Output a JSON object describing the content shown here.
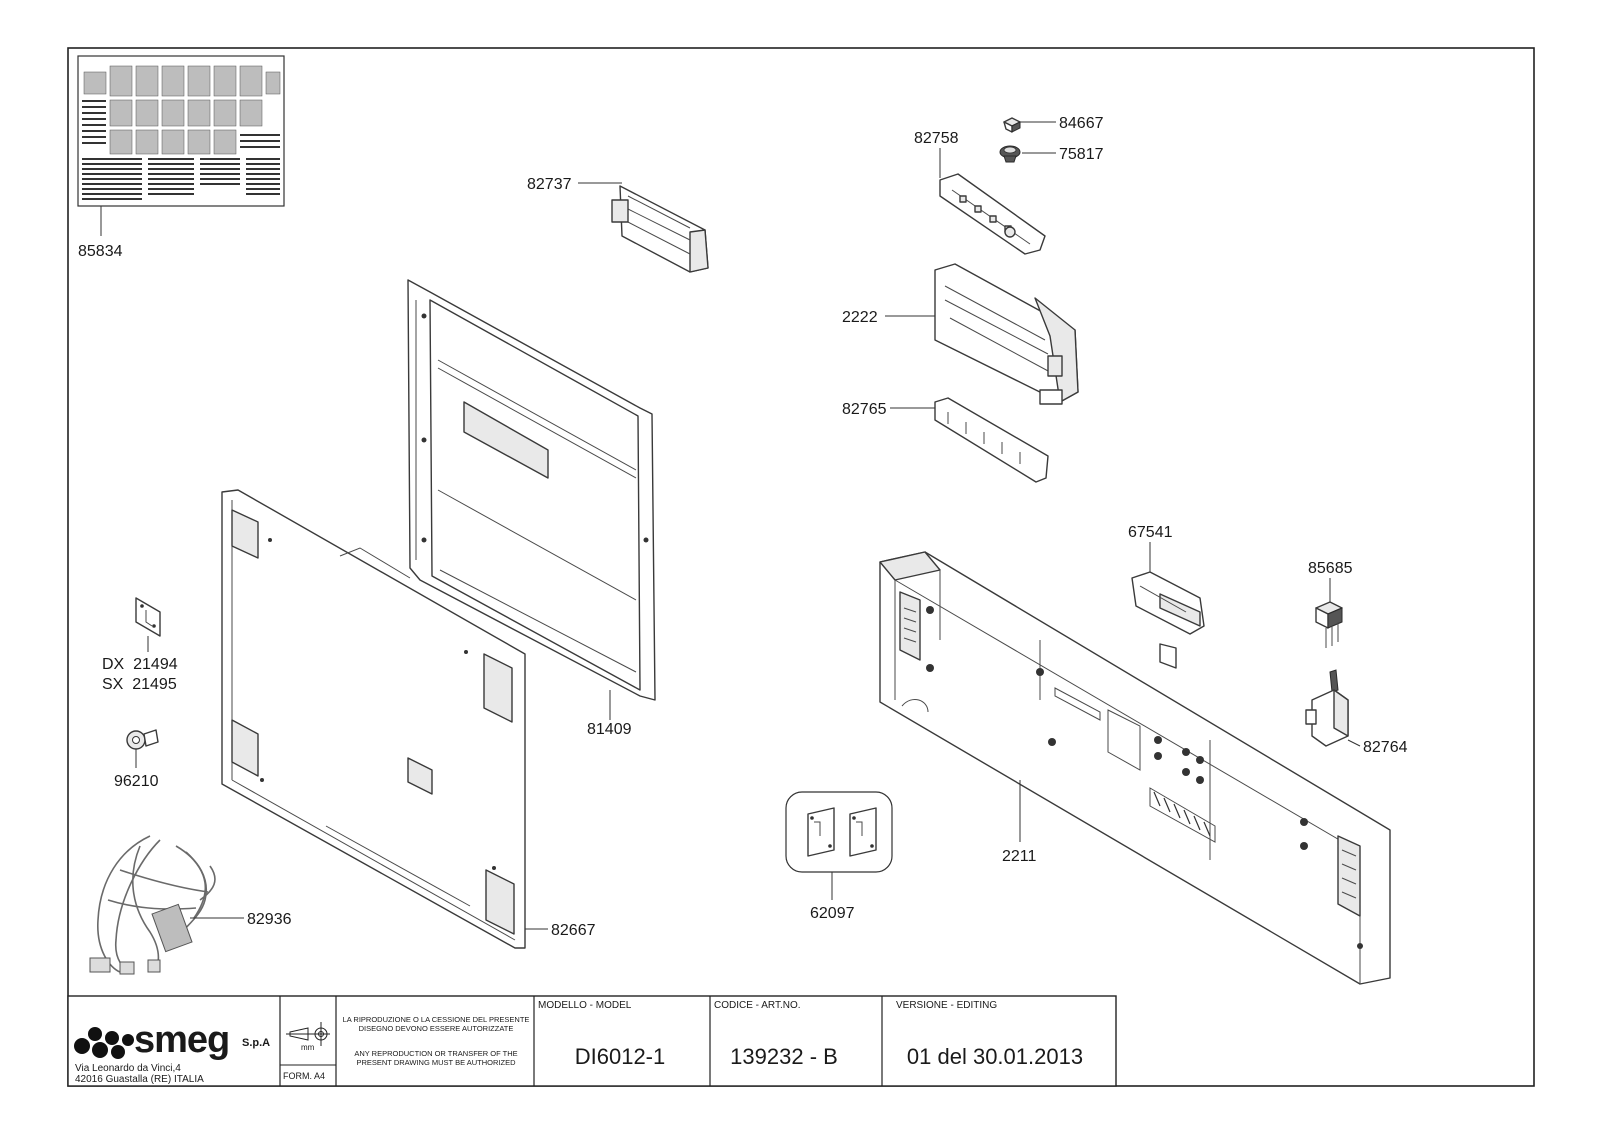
{
  "parts": [
    {
      "code": "85834"
    },
    {
      "code": "82737"
    },
    {
      "code": "82758"
    },
    {
      "code": "84667"
    },
    {
      "code": "75817"
    },
    {
      "code": "2222"
    },
    {
      "code": "82765"
    },
    {
      "code": "81409"
    },
    {
      "code": "67541"
    },
    {
      "code": "85685"
    },
    {
      "code": "82764"
    },
    {
      "code": "2211"
    },
    {
      "code": "62097"
    },
    {
      "code": "82667"
    },
    {
      "code": "82936"
    },
    {
      "code": "96210"
    }
  ],
  "side_parts": {
    "dx": "DX  21494",
    "sx": "SX  21495"
  },
  "title_block": {
    "brand": "smeg",
    "company_suffix": "S.p.A",
    "address_line1": "Via Leonardo da Vinci,4",
    "address_line2": "42016  Guastalla (RE) ITALIA",
    "unit": "mm",
    "format": "FORM. A4",
    "notice_it_1": "LA RIPRODUZIONE O LA CESSIONE DEL PRESENTE",
    "notice_it_2": "DISEGNO DEVONO ESSERE AUTORIZZATE",
    "notice_en_1": "ANY REPRODUCTION OR TRANSFER OF THE",
    "notice_en_2": "PRESENT DRAWING MUST BE AUTHORIZED",
    "model_label": "MODELLO - MODEL",
    "model_value": "DI6012-1",
    "code_label": "CODICE - ART.NO.",
    "code_value": "139232 - B",
    "version_label": "VERSIONE - EDITING",
    "version_value": "01 del 30.01.2013"
  }
}
